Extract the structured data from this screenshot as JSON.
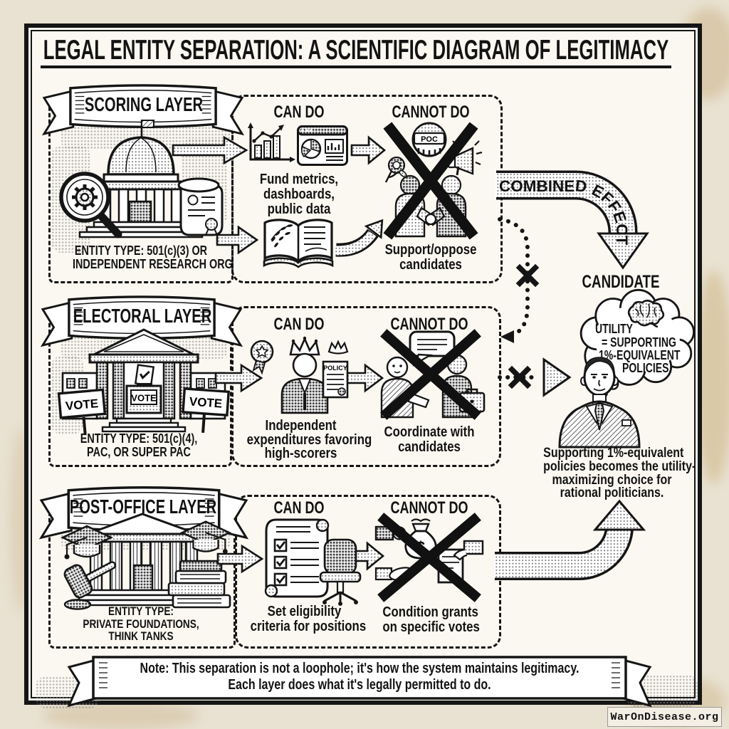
{
  "title": "LEGAL ENTITY SEPARATION: A SCIENTIFIC DIAGRAM OF LEGITIMACY",
  "layers": [
    {
      "banner": "SCORING LAYER",
      "entity_lines": [
        "ENTITY TYPE: 501(c)(3) OR",
        "INDEPENDENT RESEARCH ORG"
      ],
      "can_label": "CAN DO",
      "cannot_label": "CANNOT DO",
      "can_lines": [
        "Fund metrics,",
        "dashboards,",
        "public data"
      ],
      "cannot_lines": [
        "Support/oppose",
        "candidates"
      ],
      "badge": "POC"
    },
    {
      "banner": "ELECTORAL LAYER",
      "entity_lines": [
        "ENTITY TYPE: 501(c)(4),",
        "PAC, OR SUPER PAC"
      ],
      "can_label": "CAN DO",
      "cannot_label": "CANNOT DO",
      "can_lines": [
        "Independent",
        "expenditures favoring",
        "high-scorers"
      ],
      "cannot_lines": [
        "Coordinate with",
        "candidates"
      ],
      "vote": "VOTE",
      "policy": "POLICY"
    },
    {
      "banner": "POST-OFFICE LAYER",
      "entity_lines": [
        "ENTITY TYPE:",
        "PRIVATE FOUNDATIONS,",
        "THINK TANKS"
      ],
      "can_label": "CAN DO",
      "cannot_label": "CANNOT DO",
      "can_lines": [
        "Set eligibility",
        "criteria for positions"
      ],
      "cannot_lines": [
        "Condition grants",
        "on specific votes"
      ],
      "dollar": "$"
    }
  ],
  "combined_effect": "COMBINED EFFECT",
  "candidate": {
    "label": "CANDIDATE",
    "thought_lines": [
      "UTILITY",
      "= SUPPORTING",
      "1%-EQUIVALENT",
      "POLICIES"
    ],
    "caption_lines": [
      "Supporting 1%-equivalent",
      "policies becomes the utility-",
      "maximizing choice for",
      "rational politicians."
    ]
  },
  "note_lines": [
    "Note: This separation is not a loophole; it's how the system maintains legitimacy.",
    "Each layer does what it's legally permitted to do."
  ],
  "watermark": "WarOnDisease.org",
  "colors": {
    "ink": "#151515",
    "paper": "#e9e2d2"
  }
}
